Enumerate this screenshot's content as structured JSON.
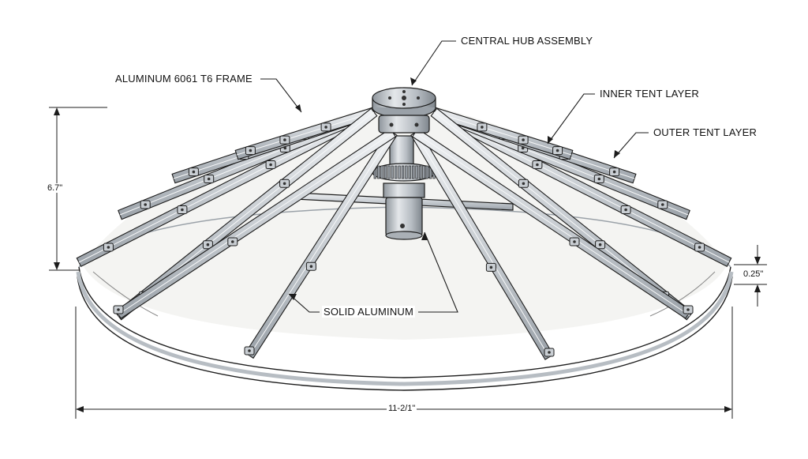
{
  "labels": {
    "hub": "CENTRAL HUB ASSEMBLY",
    "frame": "ALUMINUM 6061 T6 FRAME",
    "inner": "INNER TENT LAYER",
    "outer": "OUTER TENT LAYER",
    "solid": "SOLID ALUMINUM"
  },
  "dimensions": {
    "height": "6.7\"",
    "width": "11-2/1\"",
    "rim": "0.25\""
  },
  "colors": {
    "line": "#1c1c1c",
    "aluminum": "#d9dde1",
    "aluminum_dark": "#9aa1a8",
    "canvas": "#f4f4f2",
    "hub": "#c9ced3"
  }
}
